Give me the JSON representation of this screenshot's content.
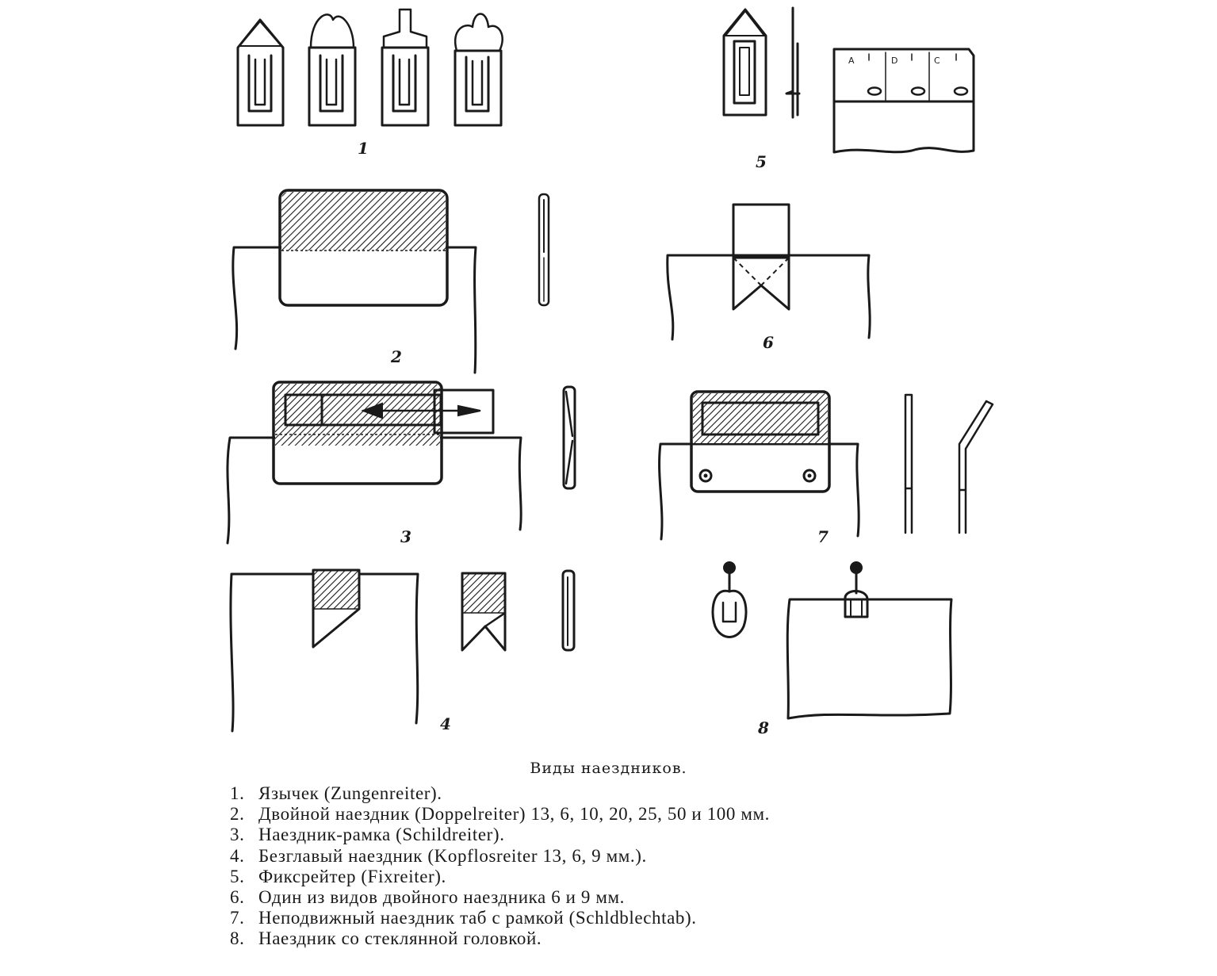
{
  "figure": {
    "numbers": [
      "1",
      "2",
      "3",
      "4",
      "5",
      "6",
      "7",
      "8"
    ],
    "fig5_tab_letters": [
      "A",
      "D",
      "C"
    ]
  },
  "caption": {
    "title": "Виды наездников.",
    "items": [
      {
        "num": "1.",
        "text": "Язычек (Zungenreiter)."
      },
      {
        "num": "2.",
        "text": "Двойной наездник (Doppelreiter) 13, 6, 10, 20, 25, 50 и 100 мм."
      },
      {
        "num": "3.",
        "text": "Наездник-рамка (Schildreiter)."
      },
      {
        "num": "4.",
        "text": "Безглавый наездник (Kopflosreiter 13, 6, 9 мм.)."
      },
      {
        "num": "5.",
        "text": "Фиксрейтер (Fixreiter)."
      },
      {
        "num": "6.",
        "text": "Один из видов двойного наездника 6 и 9 мм."
      },
      {
        "num": "7.",
        "text": "Неподвижный наездник таб с рамкой (Schldblechtab)."
      },
      {
        "num": "8.",
        "text": "Наездник со стеклянной головкой."
      }
    ]
  }
}
